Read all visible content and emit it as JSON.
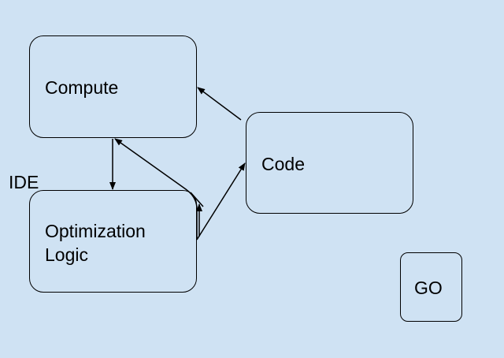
{
  "background_color": "#cfe2f3",
  "stroke_color": "#000000",
  "labels": {
    "ide": "IDE"
  },
  "nodes": {
    "compute": {
      "label": "Compute"
    },
    "optimization": {
      "label": "Optimization\nLogic"
    },
    "code": {
      "label": "Code"
    },
    "go": {
      "label": "GO"
    }
  },
  "edges": [
    {
      "from": "compute",
      "to": "optimization"
    },
    {
      "from": "optimization",
      "to": "compute"
    },
    {
      "from": "optimization",
      "to": "code"
    },
    {
      "from": "code",
      "to": "compute"
    }
  ]
}
